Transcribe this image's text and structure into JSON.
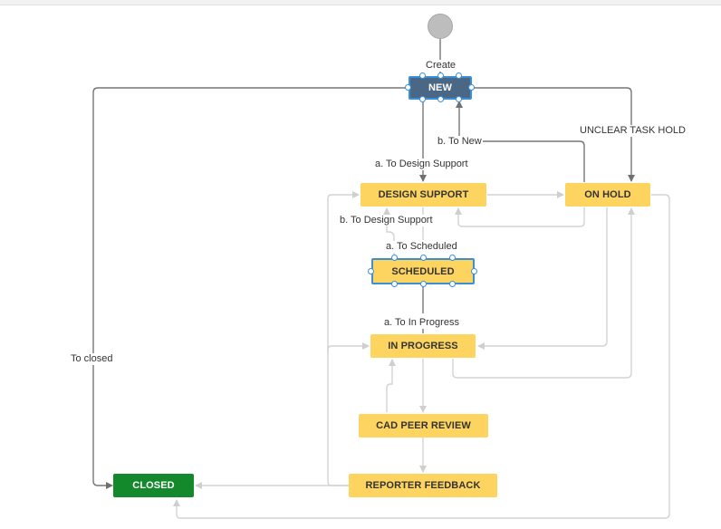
{
  "nodes": {
    "new": "NEW",
    "design_support": "DESIGN SUPPORT",
    "on_hold": "ON HOLD",
    "scheduled": "SCHEDULED",
    "in_progress": "IN PROGRESS",
    "cad_peer_review": "CAD PEER REVIEW",
    "reporter_feedback": "REPORTER FEEDBACK",
    "closed": "CLOSED"
  },
  "transitions": {
    "create": "Create",
    "b_to_new": "b. To New",
    "unclear_task_hold": "UNCLEAR TASK HOLD",
    "a_to_design_support": "a. To Design Support",
    "b_to_design_support": "b. To Design Support",
    "a_to_scheduled": "a. To Scheduled",
    "a_to_in_progress": "a. To In Progress",
    "to_closed": "To closed"
  },
  "colors": {
    "new_status": "#4a6785",
    "in_progress_status": "#fdd45f",
    "done_status": "#14892c",
    "selection": "#3b8fd6",
    "selected_edge": "#707070",
    "edge": "#d0d0d0"
  }
}
